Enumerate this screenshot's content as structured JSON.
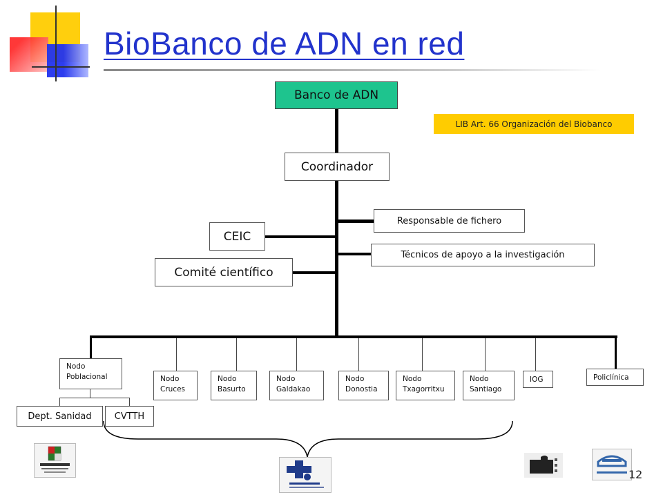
{
  "title": "BioBanco de ADN en red",
  "note": "LIB Art. 66 Organización del Biobanco",
  "boxes": {
    "bank": "Banco de ADN",
    "coordinator": "Coordinador",
    "ceic": "CEIC",
    "committee": "Comité científico",
    "file_manager": "Responsable de fichero",
    "technicians": "Técnicos de apoyo a la investigación"
  },
  "nodes": {
    "poblacional": [
      "Nodo",
      "Poblacional"
    ],
    "cruces": [
      "Nodo",
      "Cruces"
    ],
    "basurto": [
      "Nodo",
      "Basurto"
    ],
    "galdakao": [
      "Nodo",
      "Galdakao"
    ],
    "donostia": [
      "Nodo",
      "Donostia"
    ],
    "txagorritxu": [
      "Nodo",
      "Txagorritxu"
    ],
    "santiago": [
      "Nodo",
      "Santiago"
    ],
    "iog": "IOG",
    "policlinica": "Policlínica"
  },
  "sub_nodes": {
    "dept_sanidad": "Dept. Sanidad",
    "cvtth": "CVTTH"
  },
  "page_number": "12",
  "colors": {
    "title": "#2233cc",
    "bank": "#1ec48e",
    "note": "#ffcc00",
    "deco_yellow": "#ffcc00",
    "deco_red": "#ff4444",
    "deco_blue": "#3344ee"
  },
  "logos": [
    "basque-government-logo",
    "osakidetza-logo",
    "puzzle-logo",
    "policlinica-logo"
  ]
}
